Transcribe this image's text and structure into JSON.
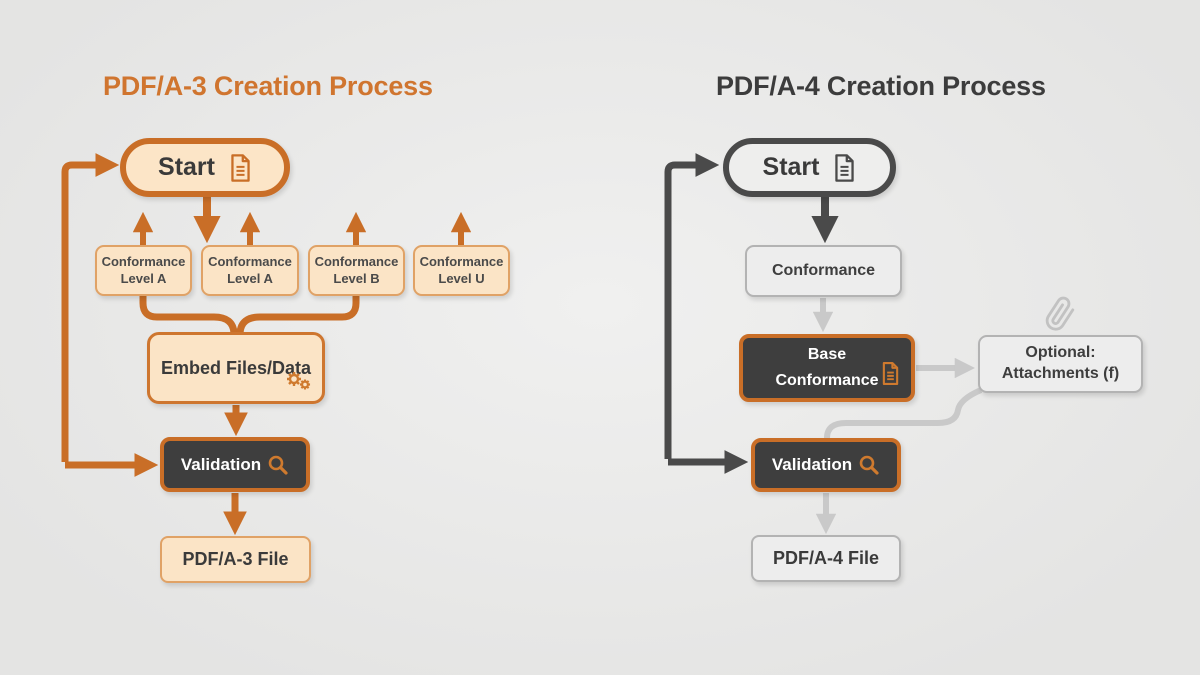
{
  "page": {
    "background": "#EBEBEA"
  },
  "colors": {
    "orange": "#C96E27",
    "orange_title": "#D0752F",
    "orange_border_light": "#E0A266",
    "peach_fill": "#FBE4C6",
    "dark_fill": "#3E3E3E",
    "dark_line": "#4A4A4A",
    "gray_fill": "#EDEDED",
    "gray_border": "#B3B3B3",
    "gray_arrow": "#C9C9C9",
    "text_dark": "#3F3F3F",
    "text_white": "#FFFFFF"
  },
  "left_chart": {
    "title": "PDF/A-3 Creation Process",
    "start": {
      "label": "Start",
      "icon": "document-icon"
    },
    "levels": {
      "l1": {
        "line1": "Conformance",
        "line2": "Level A"
      },
      "l2": {
        "line1": "Conformance",
        "line2": "Level A"
      },
      "l3": {
        "line1": "Conformance",
        "line2": "Level B"
      },
      "l4": {
        "line1": "Conformance",
        "line2": "Level U"
      }
    },
    "embed": {
      "label": "Embed Files/Data",
      "icon": "gears-icon"
    },
    "validation": {
      "label": "Validation",
      "icon": "magnifier-icon"
    },
    "output": {
      "label": "PDF/A-3 File"
    }
  },
  "right_chart": {
    "title": "PDF/A-4 Creation Process",
    "start": {
      "label": "Start",
      "icon": "document-icon"
    },
    "conformance": {
      "label": "Conformance"
    },
    "base_conformance": {
      "line1": "Base",
      "line2": "Conformance",
      "icon": "document-icon"
    },
    "attachments": {
      "line1": "Optional:",
      "line2": "Attachments (f)",
      "icon": "paperclip-icon"
    },
    "validation": {
      "label": "Validation",
      "icon": "magnifier-icon"
    },
    "output": {
      "label": "PDF/A-4 File"
    }
  }
}
